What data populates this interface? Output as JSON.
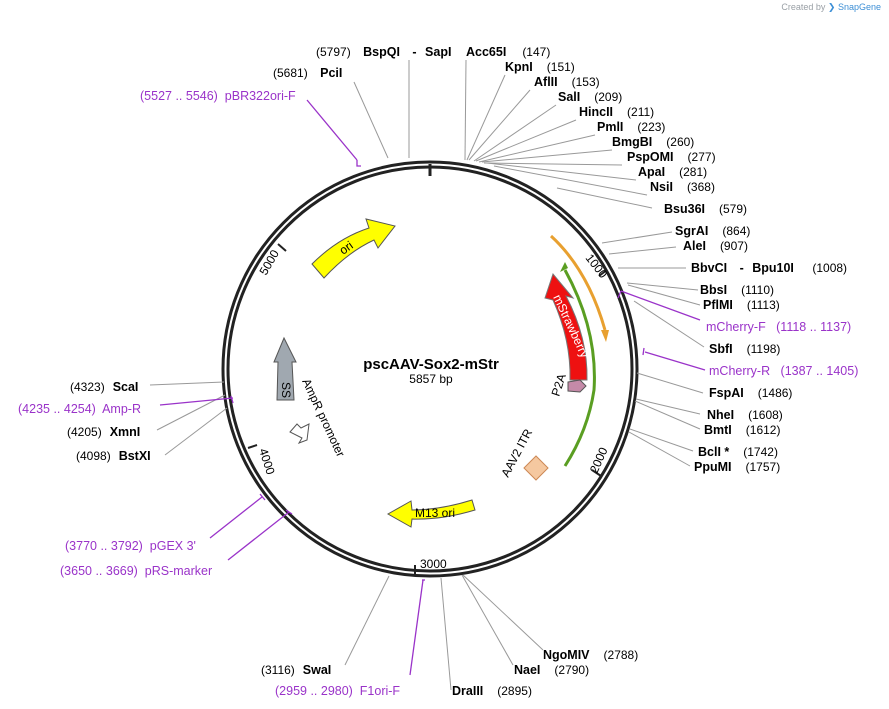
{
  "credit": {
    "prefix": "Created by",
    "brand": "SnapGene"
  },
  "plasmid": {
    "name": "pscAAV-Sox2-mStr",
    "size": "5857 bp"
  },
  "ticks": [
    "1000",
    "2000",
    "3000",
    "4000",
    "5000"
  ],
  "features": [
    {
      "name": "ori",
      "color": "#ffff00"
    },
    {
      "name": "mStrawberry",
      "color": "#ee1111"
    },
    {
      "name": "P2A",
      "color": "#c58aa8"
    },
    {
      "name": "AAV2 ITR",
      "color": "#f5c8a0"
    },
    {
      "name": "M13 ori",
      "color": "#ffff00"
    },
    {
      "name": "SS",
      "color": "#a0a8b0"
    },
    {
      "name": "AmpR promoter",
      "color": "#ffffff"
    }
  ],
  "sites": [
    {
      "pos": "(5797)",
      "name": "BspQI",
      "name2": "SapI"
    },
    {
      "pos": "(5681)",
      "name": "PciI"
    },
    {
      "name": "Acc65I",
      "pos": "(147)"
    },
    {
      "name": "KpnI",
      "pos": "(151)"
    },
    {
      "name": "AflII",
      "pos": "(153)"
    },
    {
      "name": "SalI",
      "pos": "(209)"
    },
    {
      "name": "HincII",
      "pos": "(211)"
    },
    {
      "name": "PmlI",
      "pos": "(223)"
    },
    {
      "name": "BmgBI",
      "pos": "(260)"
    },
    {
      "name": "PspOMI",
      "pos": "(277)"
    },
    {
      "name": "ApaI",
      "pos": "(281)"
    },
    {
      "name": "NsiI",
      "pos": "(368)"
    },
    {
      "name": "Bsu36I",
      "pos": "(579)"
    },
    {
      "name": "SgrAI",
      "pos": "(864)"
    },
    {
      "name": "AleI",
      "pos": "(907)"
    },
    {
      "name": "BbvCI",
      "name2": "Bpu10I",
      "pos": "(1008)"
    },
    {
      "name": "BbsI",
      "pos": "(1110)"
    },
    {
      "name": "PflMI",
      "pos": "(1113)"
    },
    {
      "name": "SbfI",
      "pos": "(1198)"
    },
    {
      "name": "FspAI",
      "pos": "(1486)"
    },
    {
      "name": "NheI",
      "pos": "(1608)"
    },
    {
      "name": "BmtI",
      "pos": "(1612)"
    },
    {
      "name": "BclI *",
      "pos": "(1742)"
    },
    {
      "name": "PpuMI",
      "pos": "(1757)"
    },
    {
      "name": "NgoMIV",
      "pos": "(2788)"
    },
    {
      "name": "NaeI",
      "pos": "(2790)"
    },
    {
      "name": "DraIII",
      "pos": "(2895)"
    },
    {
      "pos": "(3116)",
      "name": "SwaI"
    },
    {
      "pos": "(4323)",
      "name": "ScaI"
    },
    {
      "pos": "(4205)",
      "name": "XmnI"
    },
    {
      "pos": "(4098)",
      "name": "BstXI"
    }
  ],
  "primers": [
    {
      "label": "(5527 .. 5546)  pBR322ori-F"
    },
    {
      "label": "mCherry-F   (1118 .. 1137)"
    },
    {
      "label": "mCherry-R   (1387 .. 1405)"
    },
    {
      "label": "(4235 .. 4254)  Amp-R"
    },
    {
      "label": "(3770 .. 3792)  pGEX 3'"
    },
    {
      "label": "(3650 .. 3669)  pRS-marker"
    },
    {
      "label": "(2959 .. 2980)  F1ori-F"
    }
  ]
}
